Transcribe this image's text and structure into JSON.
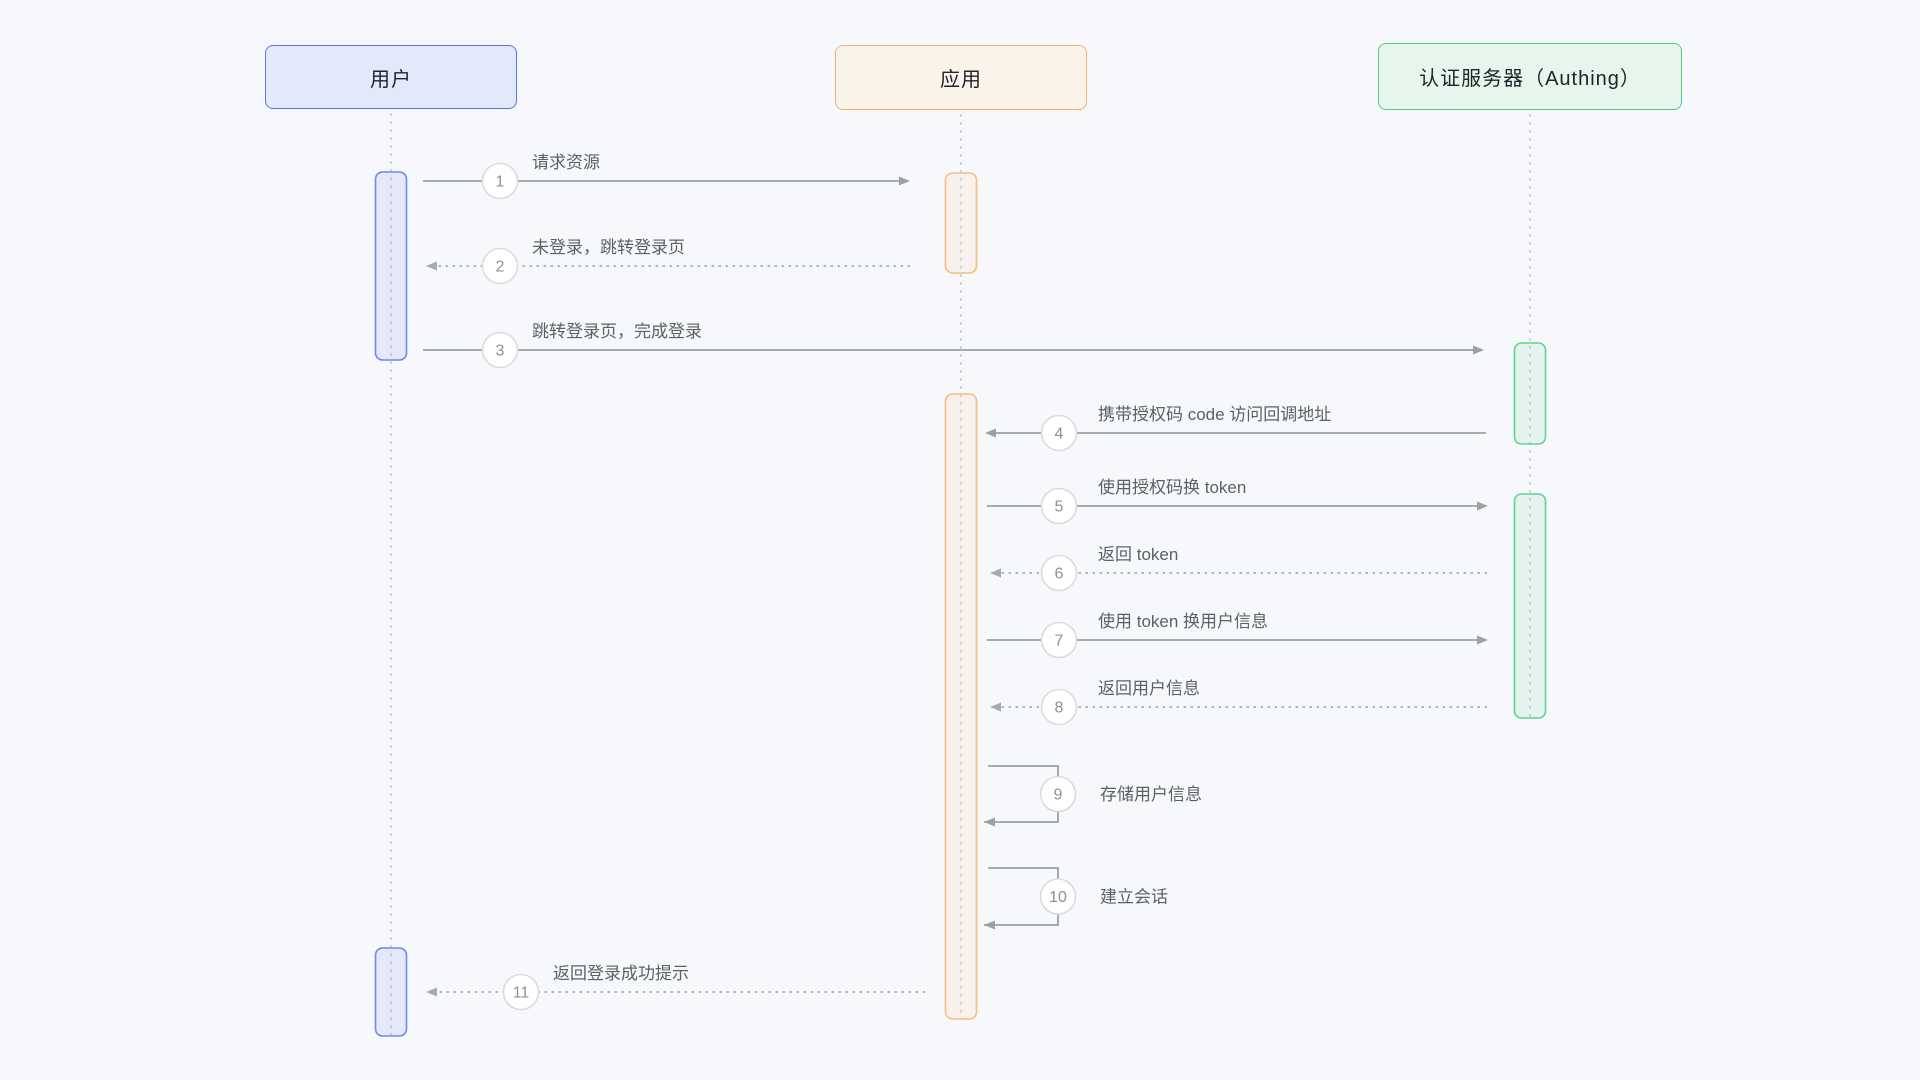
{
  "canvas": {
    "background": "#f7f8fb"
  },
  "colors": {
    "solid_arrow": "#9aa0a8",
    "dashed_arrow": "#a6abb3",
    "label_text": "#5c6168",
    "number_text": "#8b9199",
    "number_border": "#d9dbde",
    "number_fill": "#ffffff",
    "lifeline": "#c8cbd1",
    "actor_text": "#20242c"
  },
  "actors": [
    {
      "id": "user",
      "label": "用户",
      "fill": "#e2e9fb",
      "border": "#5a75e6",
      "bar_fill": "rgba(110,135,234,0.14)",
      "bar_border": "#6e87ea"
    },
    {
      "id": "app",
      "label": "应用",
      "fill": "#f9f3ea",
      "border": "#f2b26e",
      "bar_fill": "rgba(246,189,128,0.12)",
      "bar_border": "#f6bd80"
    },
    {
      "id": "auth",
      "label": "认证服务器（Authing）",
      "fill": "#e7f6ed",
      "border": "#4fcd88",
      "bar_fill": "rgba(95,211,149,0.12)",
      "bar_border": "#5fd395"
    }
  ],
  "messages": [
    {
      "num": "1",
      "text": "请求资源",
      "from": "user",
      "to": "app",
      "line": "solid"
    },
    {
      "num": "2",
      "text": "未登录，跳转登录页",
      "from": "app",
      "to": "user",
      "line": "dashed"
    },
    {
      "num": "3",
      "text": "跳转登录页，完成登录",
      "from": "user",
      "to": "auth",
      "line": "solid"
    },
    {
      "num": "4",
      "text": "携带授权码 code 访问回调地址",
      "from": "auth",
      "to": "app",
      "line": "solid"
    },
    {
      "num": "5",
      "text": "使用授权码换 token",
      "from": "app",
      "to": "auth",
      "line": "solid"
    },
    {
      "num": "6",
      "text": "返回 token",
      "from": "auth",
      "to": "app",
      "line": "dashed"
    },
    {
      "num": "7",
      "text": "使用 token 换用户信息",
      "from": "app",
      "to": "auth",
      "line": "solid"
    },
    {
      "num": "8",
      "text": "返回用户信息",
      "from": "auth",
      "to": "app",
      "line": "dashed"
    },
    {
      "num": "9",
      "text": "存储用户信息",
      "from": "app",
      "to": "app",
      "line": "solid"
    },
    {
      "num": "10",
      "text": "建立会话",
      "from": "app",
      "to": "app",
      "line": "solid"
    },
    {
      "num": "11",
      "text": "返回登录成功提示",
      "from": "app",
      "to": "user",
      "line": "dashed"
    }
  ]
}
